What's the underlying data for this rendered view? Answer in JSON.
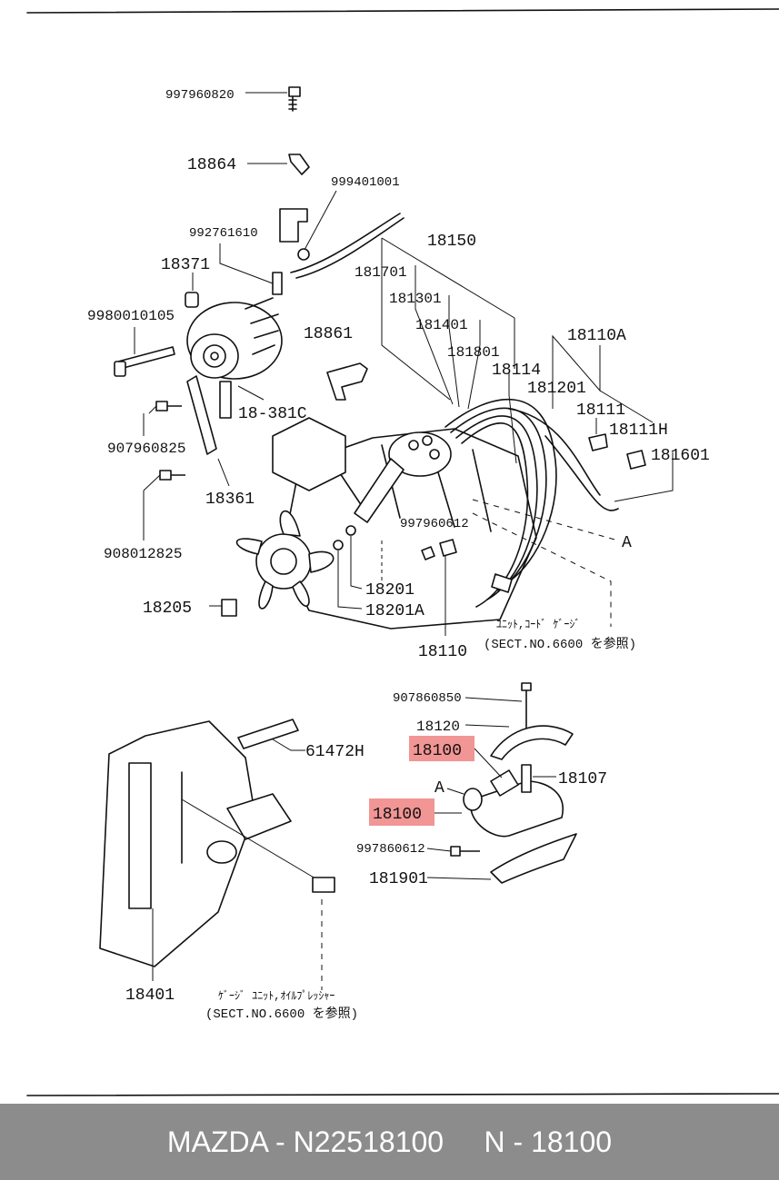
{
  "labels": {
    "l_997960820": "997960820",
    "l_18864": "18864",
    "l_999401001": "999401001",
    "l_992761610": "992761610",
    "l_18150": "18150",
    "l_18371": "18371",
    "l_181701": "181701",
    "l_181301": "181301",
    "l_9980010105": "9980010105",
    "l_18861": "18861",
    "l_181401": "181401",
    "l_181801": "181801",
    "l_18110A": "18110A",
    "l_18114": "18114",
    "l_181201": "181201",
    "l_18111": "18111",
    "l_18381C": "18-381C",
    "l_18111H": "18111H",
    "l_907960825": "907960825",
    "l_181601": "181601",
    "l_18361": "18361",
    "l_997960612": "997960612",
    "l_A_top": "A",
    "l_908012825": "908012825",
    "l_18201": "18201",
    "l_18205": "18205",
    "l_18201A": "18201A",
    "l_note1_jp": "ﾕﾆｯﾄ,ｺｰﾄﾞ ｹﾞｰｼﾞ",
    "l_note1_sect": "(SECT.NO.6600  を参照)",
    "l_18110": "18110",
    "l_907860850": "907860850",
    "l_18120": "18120",
    "l_18100_a": "18100",
    "l_61472H": "61472H",
    "l_18107": "18107",
    "l_A_bottom": "A",
    "l_18100_b": "18100",
    "l_997860612": "997860612",
    "l_181901": "181901",
    "l_18401": "18401",
    "l_note2_jp": "ｹﾞｰｼﾞ ﾕﾆｯﾄ,ｵｲﾙﾌﾟﾚｯｼｬｰ",
    "l_note2_sect": "(SECT.NO.6600 を参照)"
  },
  "colors": {
    "highlight": "#f08a8a",
    "footer_bg": "#8c8c8c",
    "footer_text": "#ffffff"
  },
  "footer": {
    "text": "MAZDA - N22518100     N - 18100"
  }
}
